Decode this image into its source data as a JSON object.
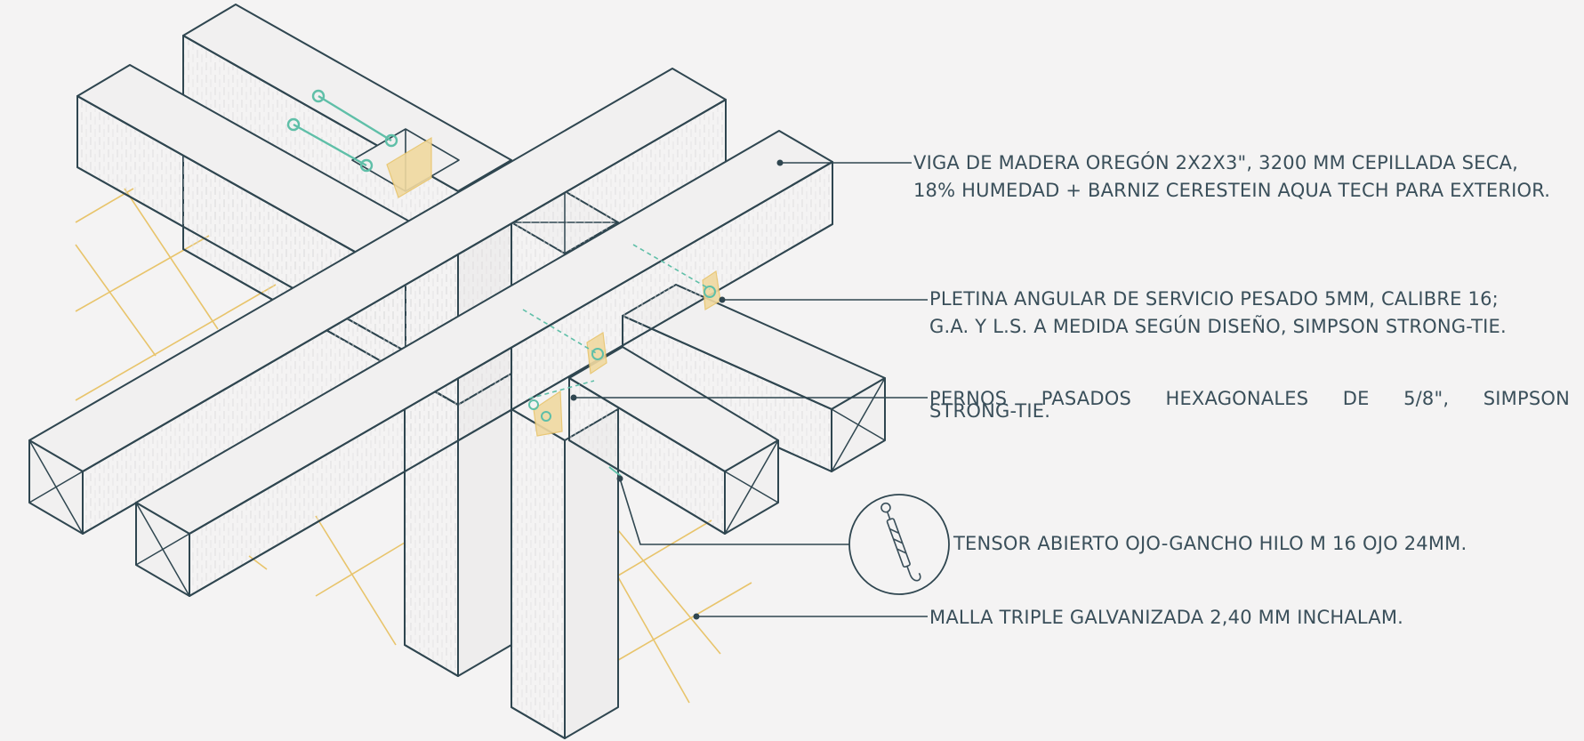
{
  "colors": {
    "background": "#f4f3f3",
    "line": "#2f4650",
    "beam_fill": "#f1f0f0",
    "mesh": "#e8c46b",
    "connector": "#5fbfa8",
    "bracket": "#f0d9a0"
  },
  "callouts": [
    {
      "id": "viga",
      "lines": [
        "VIGA DE MADERA OREGÓN  2X2X3\",  3200 MM CEPILLADA SECA,",
        "18% HUMEDAD + BARNIZ CERESTEIN AQUA TECH PARA EXTERIOR."
      ]
    },
    {
      "id": "pletina",
      "lines": [
        "PLETINA ANGULAR DE SERVICIO PESADO 5MM, CALIBRE 16;",
        "G.A. Y  L.S. A MEDIDA SEGÚN DISEÑO, SIMPSON STRONG-TIE."
      ]
    },
    {
      "id": "pernos",
      "lines": [
        "PERNOS PASADOS HEXAGONALES DE 5/8\",  SIMPSON",
        "STRONG-TIE."
      ]
    },
    {
      "id": "tensor",
      "lines": [
        "TENSOR  ABIERTO  OJO-GANCHO  HILO M 16  OJO 24MM."
      ]
    },
    {
      "id": "malla",
      "lines": [
        "MALLA  TRIPLE  GALVANIZADA  2,40  MM  INCHALAM."
      ]
    }
  ],
  "icons": {
    "turnbuckle": "turnbuckle-icon"
  }
}
